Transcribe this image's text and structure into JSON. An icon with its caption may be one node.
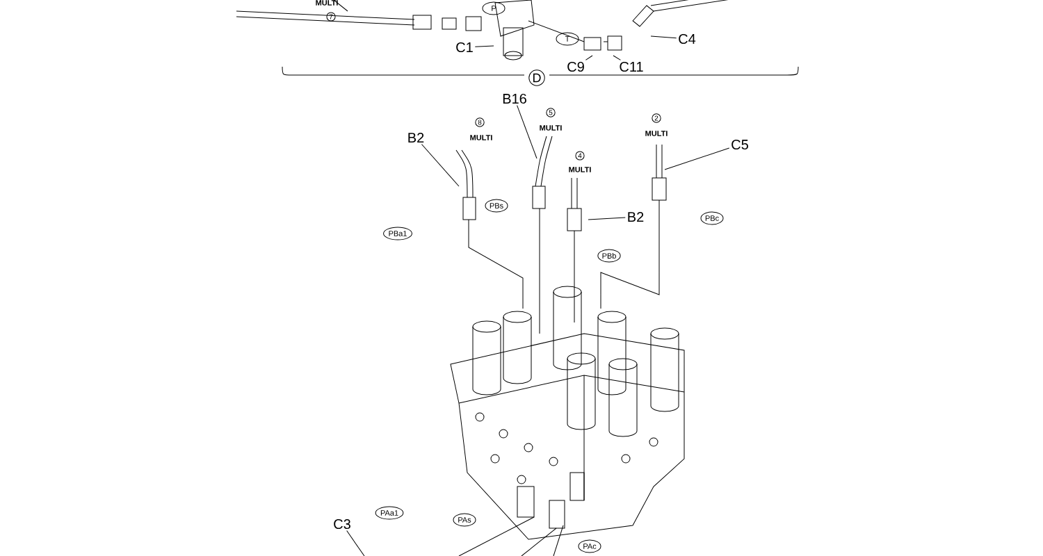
{
  "diagram": {
    "nodes": [
      {
        "text": [
          "7"
        ]
      },
      {
        "text": [
          "P"
        ]
      },
      {
        "text": [
          "C1"
        ]
      },
      {
        "text": [
          "T"
        ]
      },
      {
        "text": [
          "C9"
        ]
      },
      {
        "text": [
          "C11"
        ]
      },
      {
        "text": [
          "C4"
        ]
      },
      {
        "text": [
          "D"
        ]
      },
      {
        "text": [
          "B16"
        ]
      },
      {
        "text": [
          "5"
        ]
      },
      {
        "text": [
          "8"
        ]
      },
      {
        "text": [
          "B2"
        ]
      },
      {
        "text": [
          "4"
        ]
      },
      {
        "text": [
          "2"
        ]
      },
      {
        "text": [
          "C5"
        ]
      },
      {
        "text": [
          "B2"
        ]
      },
      {
        "text": [
          "PBs"
        ]
      },
      {
        "text": [
          "PBa1"
        ]
      },
      {
        "text": [
          "PBc"
        ]
      },
      {
        "text": [
          "PBb"
        ]
      },
      {
        "text": [
          "PAa1"
        ]
      },
      {
        "text": [
          "PAs"
        ]
      },
      {
        "text": [
          "PAc"
        ]
      },
      {
        "text": [
          "C3"
        ]
      }
    ],
    "edges": [
      {
        "from": 2,
        "to": null,
        "arrow": "none"
      },
      {
        "from": 4,
        "to": null,
        "arrow": "none"
      },
      {
        "from": 5,
        "to": null,
        "arrow": "none"
      },
      {
        "from": 6,
        "to": null,
        "arrow": "none"
      },
      {
        "from": 8,
        "to": null,
        "arrow": "none"
      },
      {
        "from": 11,
        "to": null,
        "arrow": "none"
      },
      {
        "from": 14,
        "to": null,
        "arrow": "none"
      },
      {
        "from": 15,
        "to": null,
        "arrow": "none"
      },
      {
        "from": 23,
        "to": null,
        "arrow": "none"
      }
    ],
    "labels": [
      "MULTI",
      "MULTI",
      "MULTI",
      "MULTI",
      "MULTI"
    ]
  }
}
